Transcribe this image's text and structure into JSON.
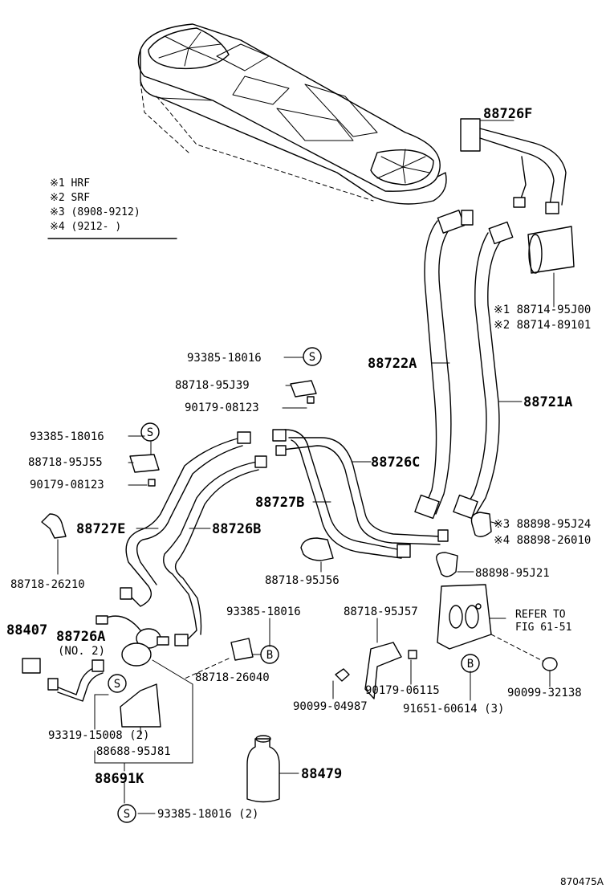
{
  "legend": {
    "items": [
      "※1 HRF",
      "※2 SRF",
      "※3 (8908-9212)",
      "※4 (9212-      )"
    ]
  },
  "markers": {
    "s": "S",
    "b": "B"
  },
  "callouts": {
    "p88726F": "88726F",
    "p88714a": "※1 88714-95J00",
    "p88714b": "※2 88714-89101",
    "p88722A": "88722A",
    "p88721A": "88721A",
    "p93385_top": "93385-18016",
    "p88718_95J39": "88718-95J39",
    "p90179_top": "90179-08123",
    "p93385_mid": "93385-18016",
    "p88718_95J55": "88718-95J55",
    "p90179_mid": "90179-08123",
    "p88726C": "88726C",
    "p88727B": "88727B",
    "p88727E": "88727E",
    "p88726B": "88726B",
    "p88718_26210": "88718-26210",
    "p88898a": "※3 88898-95J24",
    "p88898b": "※4 88898-26010",
    "p88718_95J56": "88718-95J56",
    "p88898_95J21": "88898-95J21",
    "p88407": "88407",
    "p88726A": "88726A",
    "p88726A_sub": "(NO. 2)",
    "p93385_low": "93385-18016",
    "p88718_26040": "88718-26040",
    "p88718_95J57": "88718-95J57",
    "refer1": "REFER TO",
    "refer2": "FIG 61-51",
    "p93319": "93319-15008 (2)",
    "p88688": "88688-95J81",
    "p88691K": "88691K",
    "p90099_04987": "90099-04987",
    "p90179_06115": "90179-06115",
    "p91651": "91651-60614 (3)",
    "p90099_32138": "90099-32138",
    "p88479": "88479",
    "p93385_bot": "93385-18016 (2)"
  },
  "figure_id": "870475A"
}
